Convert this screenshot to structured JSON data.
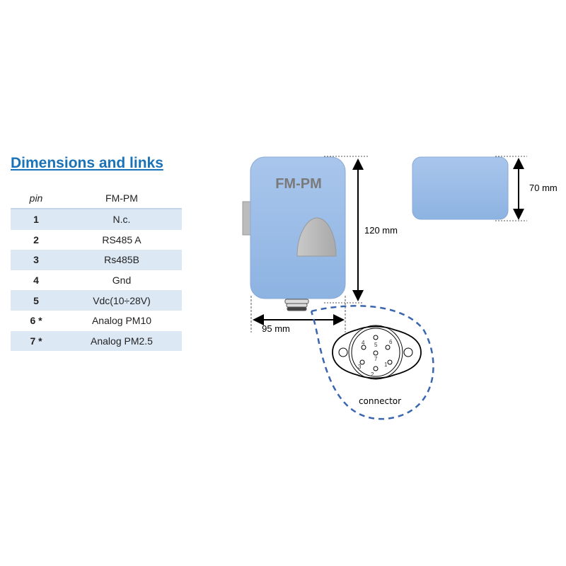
{
  "title": "Dimensions and links",
  "table": {
    "headers": [
      "pin",
      "FM-PM"
    ],
    "rows": [
      {
        "pin": "1",
        "signal": "N.c."
      },
      {
        "pin": "2",
        "signal": "RS485 A"
      },
      {
        "pin": "3",
        "signal": "Rs485B"
      },
      {
        "pin": "4",
        "signal": "Gnd"
      },
      {
        "pin": "5",
        "signal": "Vdc(10÷28V)"
      },
      {
        "pin": "6 *",
        "signal": "Analog PM10"
      },
      {
        "pin": "7 *",
        "signal": "Analog PM2.5"
      }
    ]
  },
  "drawing": {
    "device_label": "FM-PM",
    "height_label": "120 mm",
    "width_label": "95 mm",
    "depth_label": "70 mm",
    "connector_label": "connector",
    "connector_pins": [
      "1",
      "2",
      "3",
      "4",
      "5",
      "6",
      "7"
    ],
    "colors": {
      "body": "#9dbde6",
      "accent": "#1a72b8",
      "dashed": "#3a66b0"
    }
  }
}
